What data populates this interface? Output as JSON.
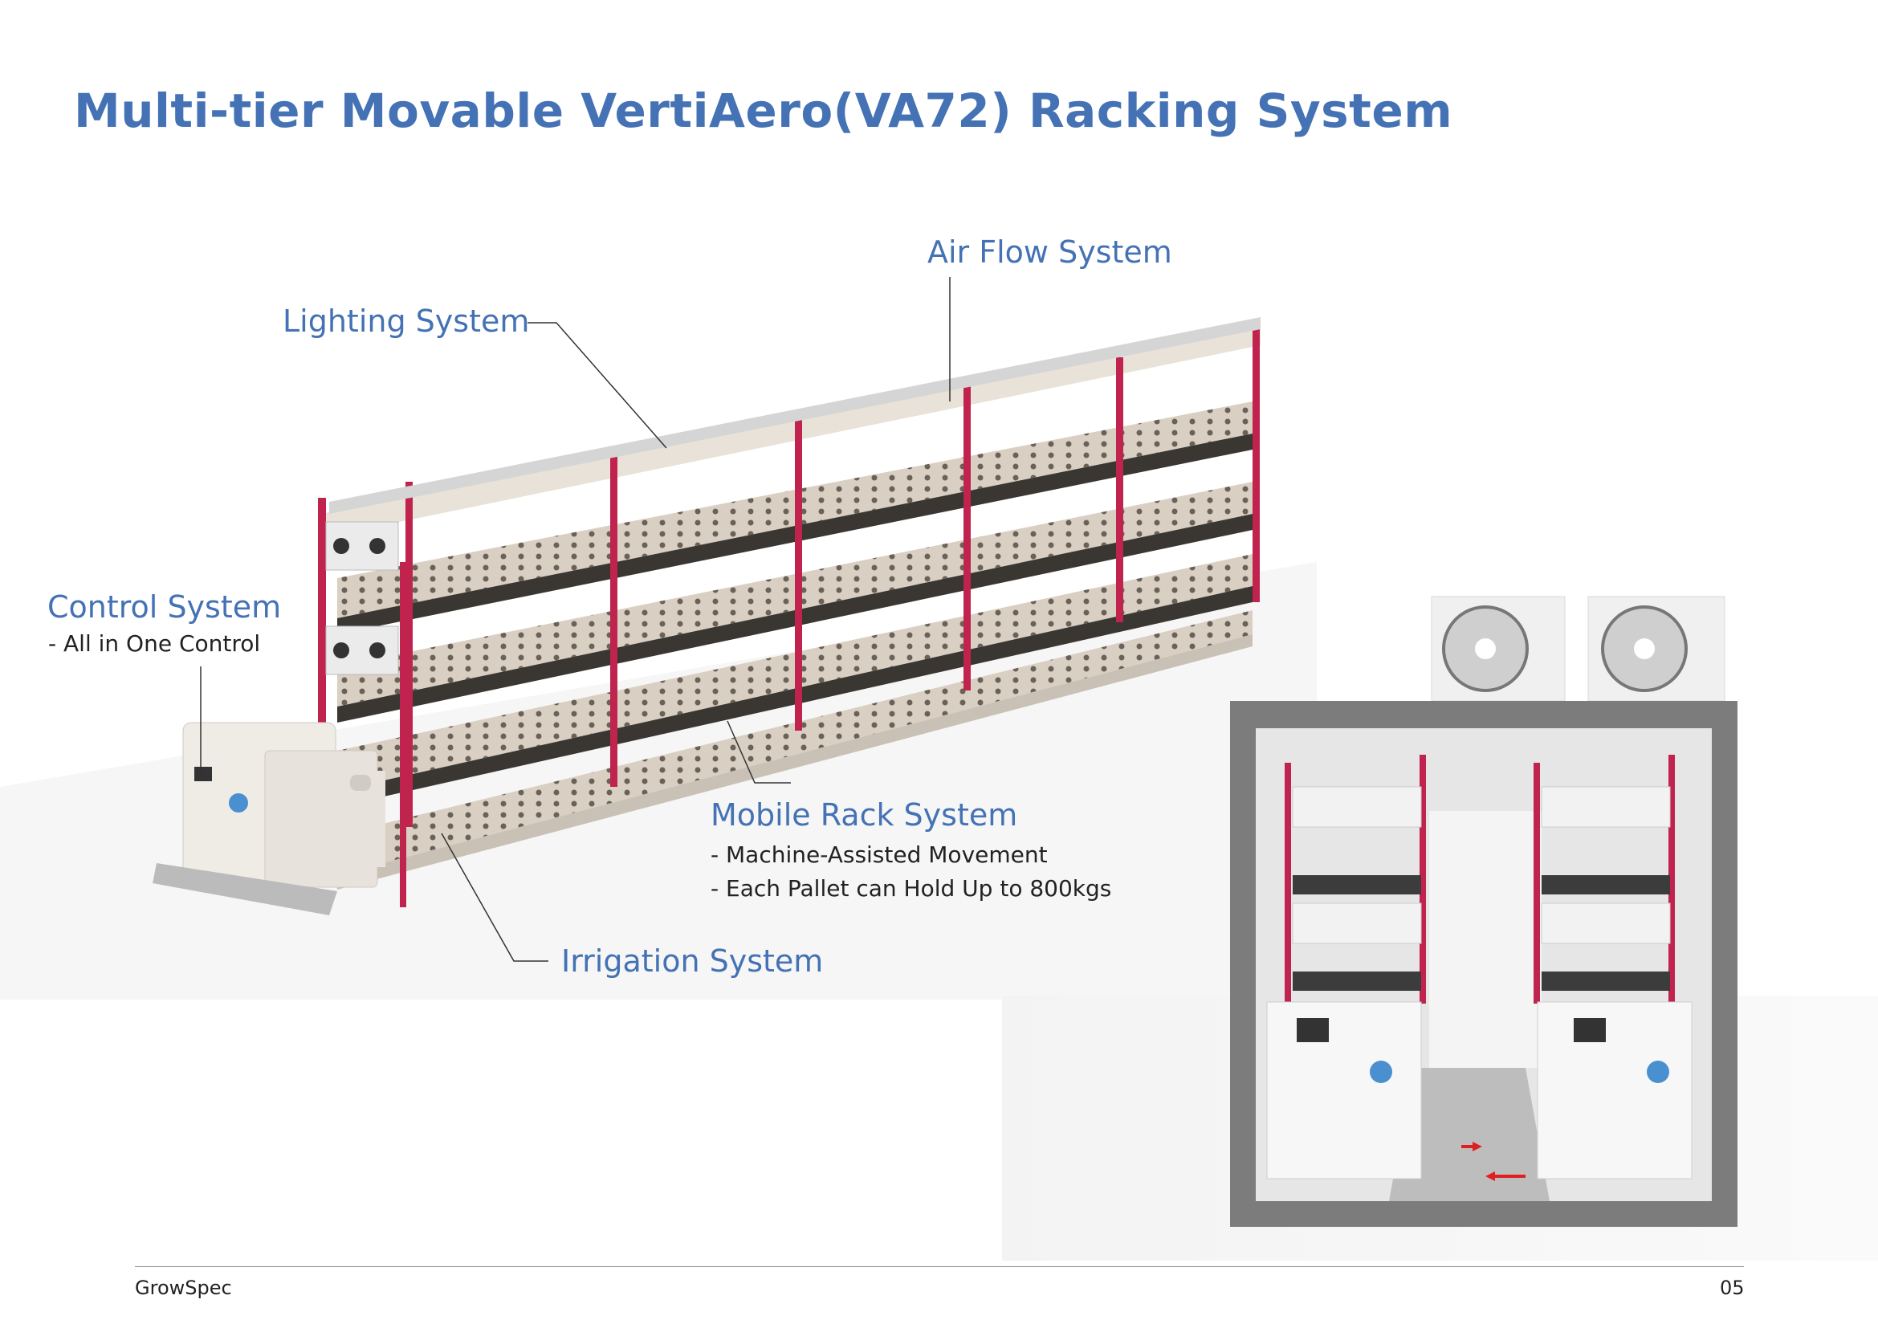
{
  "title": "Multi-tier Movable VertiAero(VA72) Racking System",
  "labels": {
    "air_flow": "Air Flow System",
    "lighting": "Lighting System",
    "control": "Control System",
    "control_sub": "- All in One Control",
    "mobile_rack": "Mobile Rack System",
    "mobile_sub_1": "- Machine-Assisted Movement",
    "mobile_sub_2": "- Each Pallet can Hold Up to 800kgs",
    "irrigation": "Irrigation System"
  },
  "footer": {
    "brand": "GrowSpec",
    "page": "05"
  },
  "colors": {
    "title": "#4472b4",
    "rack_frame": "#c0234e",
    "tray": "#d8d0c4"
  },
  "icons": [
    "fan-unit-icon",
    "control-unit-icon",
    "direction-arrow-icon"
  ]
}
